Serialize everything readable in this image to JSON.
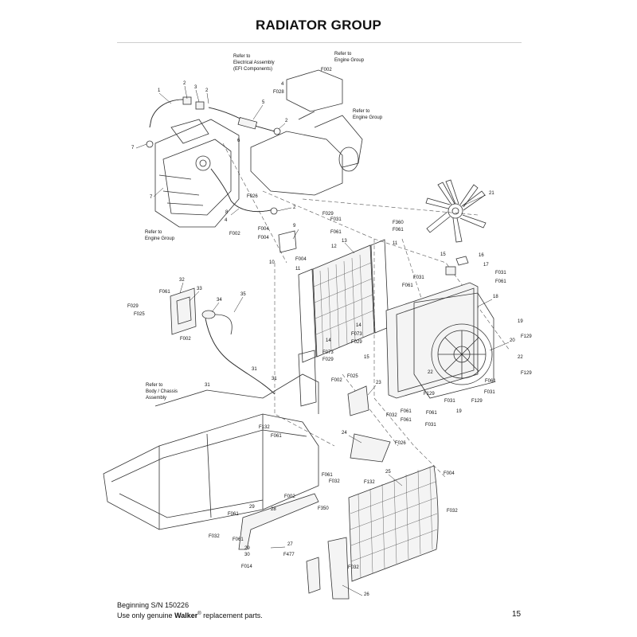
{
  "page": {
    "title": "RADIATOR GROUP",
    "footer_line1": "Beginning S/N 150226",
    "footer_line2_pre": "Use only genuine ",
    "footer_brand": "Walker",
    "footer_reg": "®",
    "footer_line2_post": " replacement parts.",
    "page_number": "15"
  },
  "refs": {
    "electrical": [
      "Refer to",
      "Electrical Assembly",
      "(EFI Components)"
    ],
    "engine_top": [
      "Refer to",
      "Engine Group"
    ],
    "engine_mid": [
      "Refer to",
      "Engine Group"
    ],
    "engine_left": [
      "Refer to",
      "Engine Group"
    ],
    "body": [
      "Refer to",
      "Body / Chassis",
      "Assembly"
    ]
  },
  "callouts": [
    {
      "id": "c1",
      "text": "1"
    },
    {
      "id": "c2a",
      "text": "2"
    },
    {
      "id": "c3",
      "text": "3"
    },
    {
      "id": "c2b",
      "text": "2"
    },
    {
      "id": "c5",
      "text": "5"
    },
    {
      "id": "c2c",
      "text": "2"
    },
    {
      "id": "c6",
      "text": "6"
    },
    {
      "id": "c7a",
      "text": "7"
    },
    {
      "id": "c7b",
      "text": "7"
    },
    {
      "id": "c8",
      "text": "8"
    },
    {
      "id": "c4a",
      "text": "4"
    },
    {
      "id": "cF002a",
      "text": "F002"
    },
    {
      "id": "cF026",
      "text": "F026"
    },
    {
      "id": "c2d",
      "text": "2"
    },
    {
      "id": "cF002b",
      "text": "F002"
    },
    {
      "id": "c4b",
      "text": "4"
    },
    {
      "id": "cF028",
      "text": "F028"
    },
    {
      "id": "c21",
      "text": "21"
    },
    {
      "id": "cF029a",
      "text": "F029"
    },
    {
      "id": "cF031a",
      "text": "F031"
    },
    {
      "id": "cF004a",
      "text": "F004"
    },
    {
      "id": "cF004b",
      "text": "F004"
    },
    {
      "id": "c9",
      "text": "9"
    },
    {
      "id": "cF061a",
      "text": "F061"
    },
    {
      "id": "cF360a",
      "text": "F360"
    },
    {
      "id": "cF061b",
      "text": "F061"
    },
    {
      "id": "c11a",
      "text": "11"
    },
    {
      "id": "c13",
      "text": "13"
    },
    {
      "id": "c12",
      "text": "12"
    },
    {
      "id": "cF004c",
      "text": "F004"
    },
    {
      "id": "c10",
      "text": "10"
    },
    {
      "id": "c11b",
      "text": "11"
    },
    {
      "id": "c15a",
      "text": "15"
    },
    {
      "id": "c16",
      "text": "16"
    },
    {
      "id": "c17",
      "text": "17"
    },
    {
      "id": "cF031b",
      "text": "F031"
    },
    {
      "id": "cF061c",
      "text": "F061"
    },
    {
      "id": "cF031c",
      "text": "F031"
    },
    {
      "id": "cF061d",
      "text": "F061"
    },
    {
      "id": "c18",
      "text": "18"
    },
    {
      "id": "c32",
      "text": "32"
    },
    {
      "id": "c33",
      "text": "33"
    },
    {
      "id": "cF061e",
      "text": "F061"
    },
    {
      "id": "c34",
      "text": "34"
    },
    {
      "id": "c35",
      "text": "35"
    },
    {
      "id": "cF029b",
      "text": "F029"
    },
    {
      "id": "cF025a",
      "text": "F025"
    },
    {
      "id": "cF002c",
      "text": "F002"
    },
    {
      "id": "c14a",
      "text": "14"
    },
    {
      "id": "cF073a",
      "text": "F073"
    },
    {
      "id": "cF029c",
      "text": "F029"
    },
    {
      "id": "c19a",
      "text": "19"
    },
    {
      "id": "cF129a",
      "text": "F129"
    },
    {
      "id": "c20",
      "text": "20"
    },
    {
      "id": "c14b",
      "text": "14"
    },
    {
      "id": "cF073b",
      "text": "F073"
    },
    {
      "id": "cF029d",
      "text": "F029"
    },
    {
      "id": "c15b",
      "text": "15"
    },
    {
      "id": "c22a",
      "text": "22"
    },
    {
      "id": "cF129b",
      "text": "F129"
    },
    {
      "id": "c31a",
      "text": "31"
    },
    {
      "id": "c31b",
      "text": "31"
    },
    {
      "id": "c31c",
      "text": "31"
    },
    {
      "id": "cF002d",
      "text": "F002"
    },
    {
      "id": "cF025b",
      "text": "F025"
    },
    {
      "id": "c23",
      "text": "23"
    },
    {
      "id": "c22b",
      "text": "22"
    },
    {
      "id": "cF061f",
      "text": "F061"
    },
    {
      "id": "cF129c",
      "text": "F129"
    },
    {
      "id": "cF031d",
      "text": "F031"
    },
    {
      "id": "cF129d",
      "text": "F129"
    },
    {
      "id": "cF061g",
      "text": "F061"
    },
    {
      "id": "cF032a",
      "text": "F032"
    },
    {
      "id": "cF061h",
      "text": "F061"
    },
    {
      "id": "cF031e",
      "text": "F031"
    },
    {
      "id": "cF031f",
      "text": "F031"
    },
    {
      "id": "cF061i",
      "text": "F061"
    },
    {
      "id": "c19b",
      "text": "19"
    },
    {
      "id": "cF132a",
      "text": "F132"
    },
    {
      "id": "cF061j",
      "text": "F061"
    },
    {
      "id": "c24",
      "text": "24"
    },
    {
      "id": "cF026b",
      "text": "F026"
    },
    {
      "id": "c25",
      "text": "25"
    },
    {
      "id": "cF004d",
      "text": "F004"
    },
    {
      "id": "cF061k",
      "text": "F061"
    },
    {
      "id": "cF032b",
      "text": "F032"
    },
    {
      "id": "cF132b",
      "text": "F132"
    },
    {
      "id": "cF002e",
      "text": "F002"
    },
    {
      "id": "cF032c",
      "text": "F032"
    },
    {
      "id": "cF350",
      "text": "F350"
    },
    {
      "id": "c29a",
      "text": "29"
    },
    {
      "id": "c28",
      "text": "28"
    },
    {
      "id": "cF061l",
      "text": "F061"
    },
    {
      "id": "cF032d",
      "text": "F032"
    },
    {
      "id": "cF061m",
      "text": "F061"
    },
    {
      "id": "c29b",
      "text": "29"
    },
    {
      "id": "c30",
      "text": "30"
    },
    {
      "id": "cF014",
      "text": "F014"
    },
    {
      "id": "c27",
      "text": "27"
    },
    {
      "id": "cF477",
      "text": "F477"
    },
    {
      "id": "cF032e",
      "text": "F032"
    },
    {
      "id": "c26",
      "text": "26"
    }
  ]
}
